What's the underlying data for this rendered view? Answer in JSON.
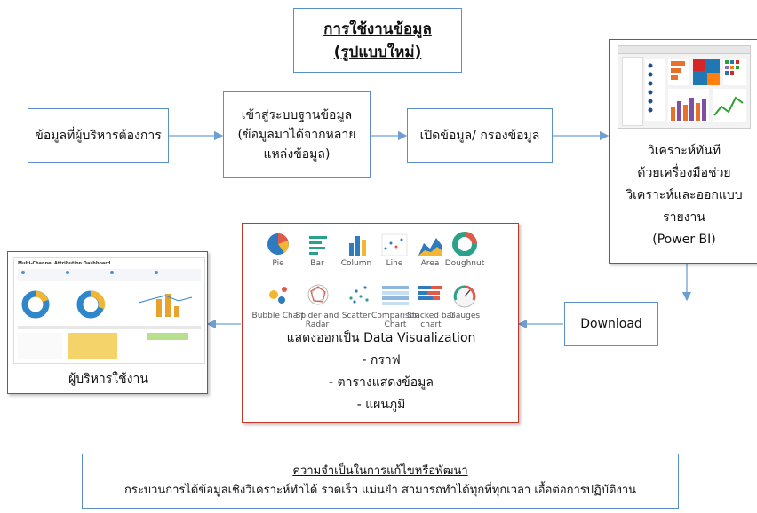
{
  "title": {
    "line1": "การใช้งานข้อมูล",
    "line2": "(รูปแบบใหม่)"
  },
  "steps": {
    "needs": "ข้อมูลที่ผู้บริหารต้องการ",
    "database": [
      "เข้าสู่ระบบฐานข้อมูล",
      "(ข้อมูลมาได้จากหลาย",
      "แหล่งข้อมูล)"
    ],
    "open": "เปิดข้อมูล/ กรองข้อมูล",
    "analyze": [
      "วิเคราะห์ทันที",
      "ด้วยเครื่องมือช่วย",
      "วิเคราะห์และออกแบบ",
      "รายงาน",
      "(Power BI)"
    ],
    "download": "Download",
    "visual": [
      "แสดงออกเป็น Data Visualization",
      "- กราฟ",
      "- ตารางแสดงข้อมูล",
      "- แผนภูมิ"
    ],
    "exec": "ผู้บริหารใช้งาน"
  },
  "vis_types": [
    "Pie",
    "Bar",
    "Column",
    "Line",
    "Area",
    "Doughnut",
    "Bubble Chart",
    "Spider and Radar",
    "Scatter",
    "Comparison Chart",
    "Stacked bar chart",
    "Gauges"
  ],
  "dashboard_title": "Multi-Channel Attribution Dashboard",
  "note": {
    "heading": "ความจำเป็นในการแก้ไขหรือพัฒนา",
    "body": "กระบวนการได้ข้อมูลเชิงวิเคราะห์ทำได้ รวดเร็ว แม่นยำ สามารถทำได้ทุกที่ทุกเวลา เอื้อต่อการปฏิบัติงาน"
  },
  "colors": {
    "blue_border": "#5b8fc7",
    "red_border": "#c0392b",
    "arrow": "#6f9fd1"
  }
}
